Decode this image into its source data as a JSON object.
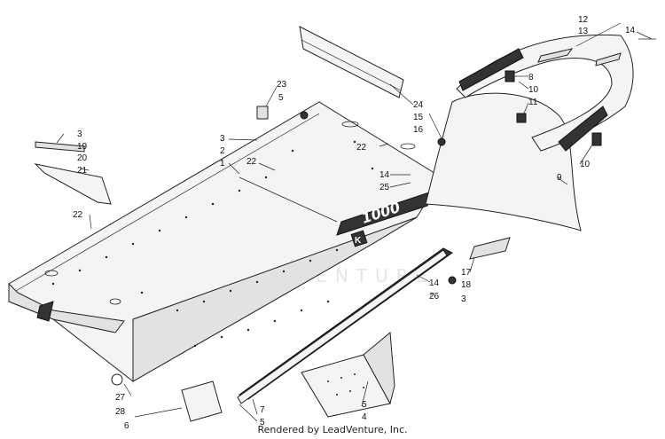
{
  "footer": "Rendered by LeadVenture, Inc.",
  "watermark": "LEADVENTURE",
  "decal_text": "1000",
  "decal_badge": "K",
  "callouts": [
    {
      "id": "c12",
      "label": "12"
    },
    {
      "id": "c13",
      "label": "13"
    },
    {
      "id": "c14a",
      "label": "14"
    },
    {
      "id": "c8",
      "label": "8"
    },
    {
      "id": "c10a",
      "label": "10"
    },
    {
      "id": "c11",
      "label": "11"
    },
    {
      "id": "c10b",
      "label": "10"
    },
    {
      "id": "c9",
      "label": "9"
    },
    {
      "id": "c23",
      "label": "23"
    },
    {
      "id": "c5a",
      "label": "5"
    },
    {
      "id": "c24",
      "label": "24"
    },
    {
      "id": "c15",
      "label": "15"
    },
    {
      "id": "c16",
      "label": "16"
    },
    {
      "id": "c22a",
      "label": "22"
    },
    {
      "id": "c3a",
      "label": "3"
    },
    {
      "id": "c19",
      "label": "19"
    },
    {
      "id": "c20",
      "label": "20"
    },
    {
      "id": "c21",
      "label": "21"
    },
    {
      "id": "c3b",
      "label": "3"
    },
    {
      "id": "c2",
      "label": "2"
    },
    {
      "id": "c1",
      "label": "1"
    },
    {
      "id": "c22b",
      "label": "22"
    },
    {
      "id": "c14b",
      "label": "14"
    },
    {
      "id": "c25",
      "label": "25"
    },
    {
      "id": "c22c",
      "label": "22"
    },
    {
      "id": "c17",
      "label": "17"
    },
    {
      "id": "c18",
      "label": "18"
    },
    {
      "id": "c3c",
      "label": "3"
    },
    {
      "id": "c14c",
      "label": "14"
    },
    {
      "id": "c26",
      "label": "26"
    },
    {
      "id": "c27",
      "label": "27"
    },
    {
      "id": "c28",
      "label": "28"
    },
    {
      "id": "c6",
      "label": "6"
    },
    {
      "id": "c7",
      "label": "7"
    },
    {
      "id": "c5b",
      "label": "5"
    },
    {
      "id": "c5c",
      "label": "5"
    },
    {
      "id": "c4",
      "label": "4"
    }
  ]
}
